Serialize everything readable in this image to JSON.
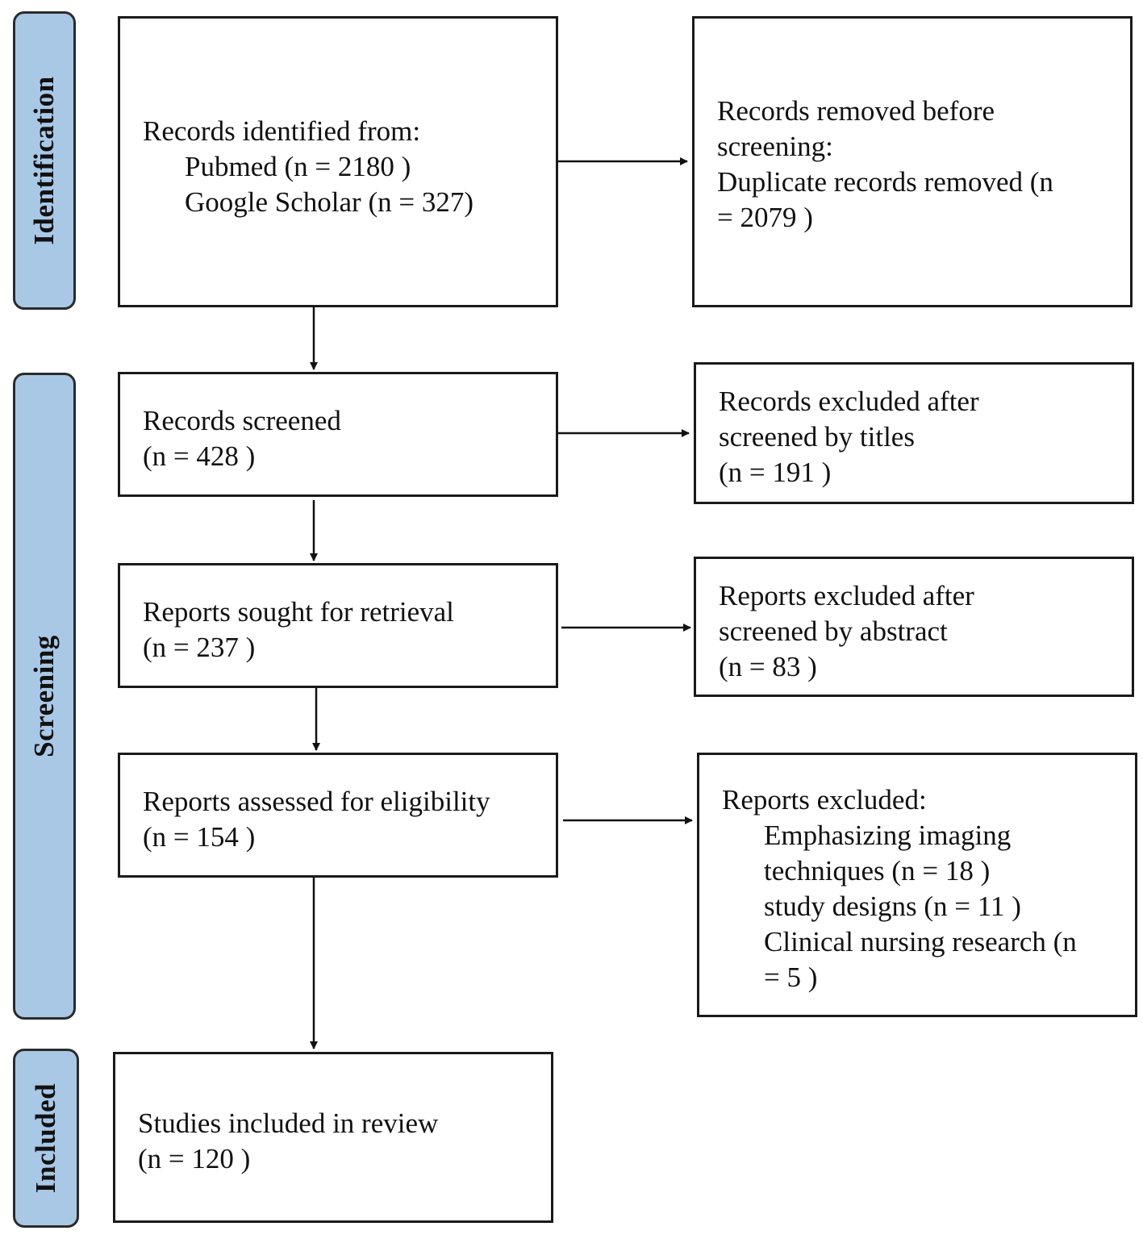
{
  "stages": {
    "identification": "Identification",
    "screening": "Screening",
    "included": "Included"
  },
  "boxes": {
    "identified": {
      "heading": "Records identified from:",
      "pubmed": "Pubmed (n = 2180 )",
      "scholar": "Google Scholar (n = 327)"
    },
    "removed": {
      "line1": "Records removed before",
      "line2": "screening:",
      "line3": "Duplicate records removed  (n",
      "line4": "= 2079 )"
    },
    "screened": {
      "line1": "Records screened",
      "line2": "(n = 428 )"
    },
    "excluded_titles": {
      "line1": "Records excluded after",
      "line2": "screened by titles",
      "line3": "(n = 191 )"
    },
    "sought": {
      "line1": "Reports sought for retrieval",
      "line2": "(n = 237 )"
    },
    "excluded_abstract": {
      "line1": "Reports excluded after",
      "line2": "screened by abstract",
      "line3": "(n = 83 )"
    },
    "assessed": {
      "line1": "Reports assessed for eligibility",
      "line2": "(n = 154 )"
    },
    "excluded": {
      "heading": "Reports excluded:",
      "r1a": "Emphasizing imaging",
      "r1b": "techniques (n = 18 )",
      "r2": "study designs (n = 11 )",
      "r3a": "Clinical nursing research (n",
      "r3b": "= 5 )"
    },
    "included": {
      "line1": "Studies included in review",
      "line2": "(n = 120 )"
    }
  }
}
